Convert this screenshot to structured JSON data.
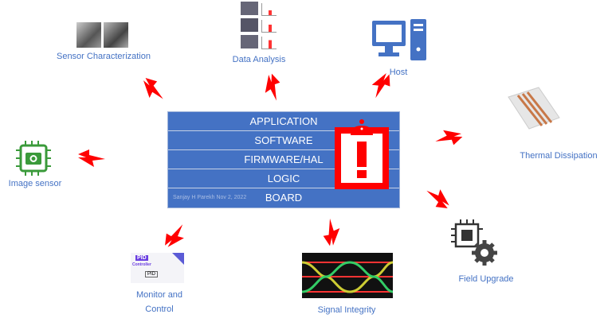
{
  "stack": {
    "layers": [
      "APPLICATION",
      "SOFTWARE",
      "FIRMWARE/HAL",
      "LOGIC",
      "BOARD"
    ],
    "signature": "Sanjay H Parekh Nov 2, 2022"
  },
  "nodes": {
    "sensor_char": "Sensor Characterization",
    "data_analysis": "Data Analysis",
    "host": "Host",
    "thermal": "Thermal Dissipation",
    "image_sensor": "Image sensor",
    "monitor_line1": "Monitor and",
    "monitor_line2": "Control",
    "signal": "Signal Integrity",
    "field": "Field Upgrade"
  },
  "pid": {
    "title": "PID",
    "sub": "Controller",
    "box": "PID"
  },
  "colors": {
    "accent": "#4472c4",
    "bolt": "#ff0000",
    "alert": "#ff0000"
  }
}
